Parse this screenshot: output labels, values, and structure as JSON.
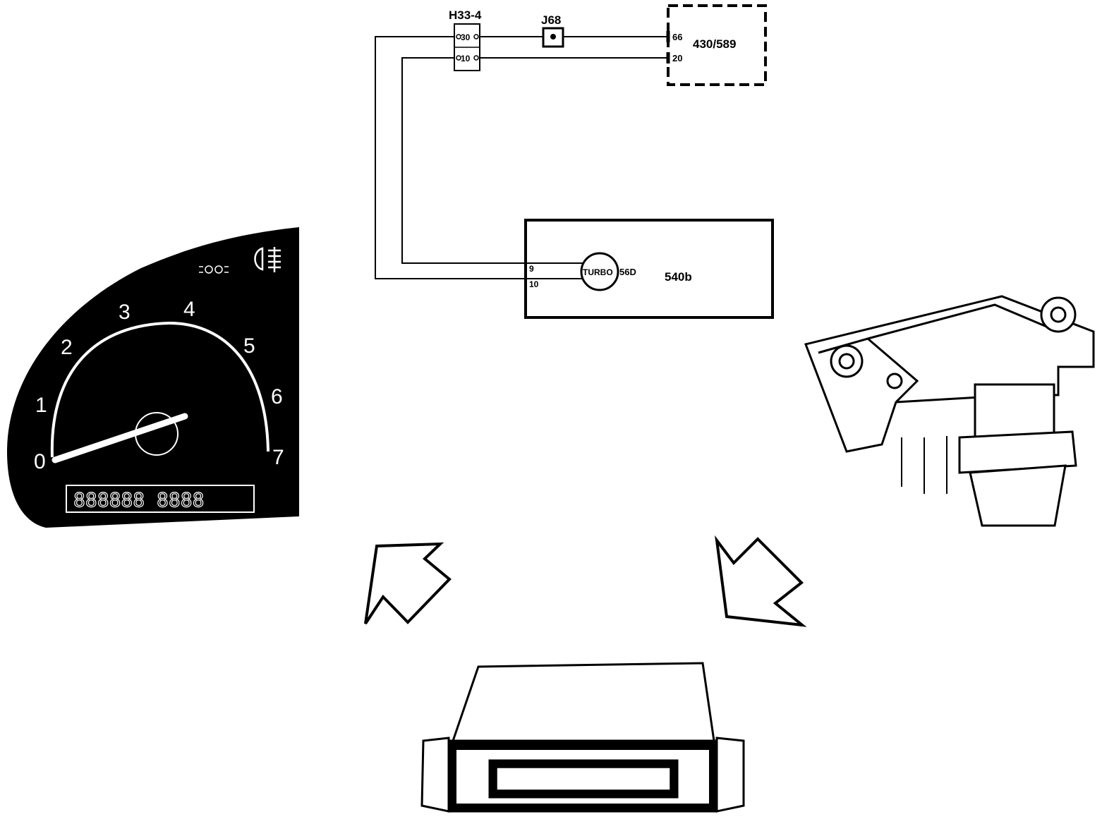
{
  "wiring": {
    "connector_h33": "H33-4",
    "connector_h33_pin_a": "30",
    "connector_h33_pin_b": "10",
    "junction_j68": "J68",
    "module_top": "430/589",
    "module_top_pin_a": "66",
    "module_top_pin_b": "20",
    "cluster_box": "540b",
    "turbo_lamp": "TURBO",
    "turbo_lamp_id": "56D",
    "cluster_pin_a": "9",
    "cluster_pin_b": "10"
  },
  "gauge": {
    "ticks": [
      "0",
      "1",
      "2",
      "3",
      "4",
      "5",
      "6",
      "7"
    ],
    "odometer": "888888 8888"
  },
  "colors": {
    "ink": "#000000",
    "paper": "#ffffff"
  }
}
